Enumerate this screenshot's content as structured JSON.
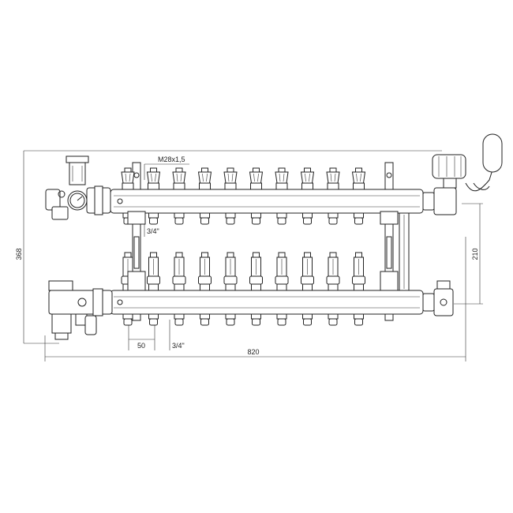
{
  "drawing": {
    "labels": {
      "height_total": "368",
      "width_total": "820",
      "spacing_vertical": "210",
      "outlet_pitch": "50",
      "thread_outlet": "M28x1,5",
      "pipe_thread_upper": "3/4\"",
      "pipe_thread_lower": "3/4\""
    },
    "outlets_count": 10
  }
}
